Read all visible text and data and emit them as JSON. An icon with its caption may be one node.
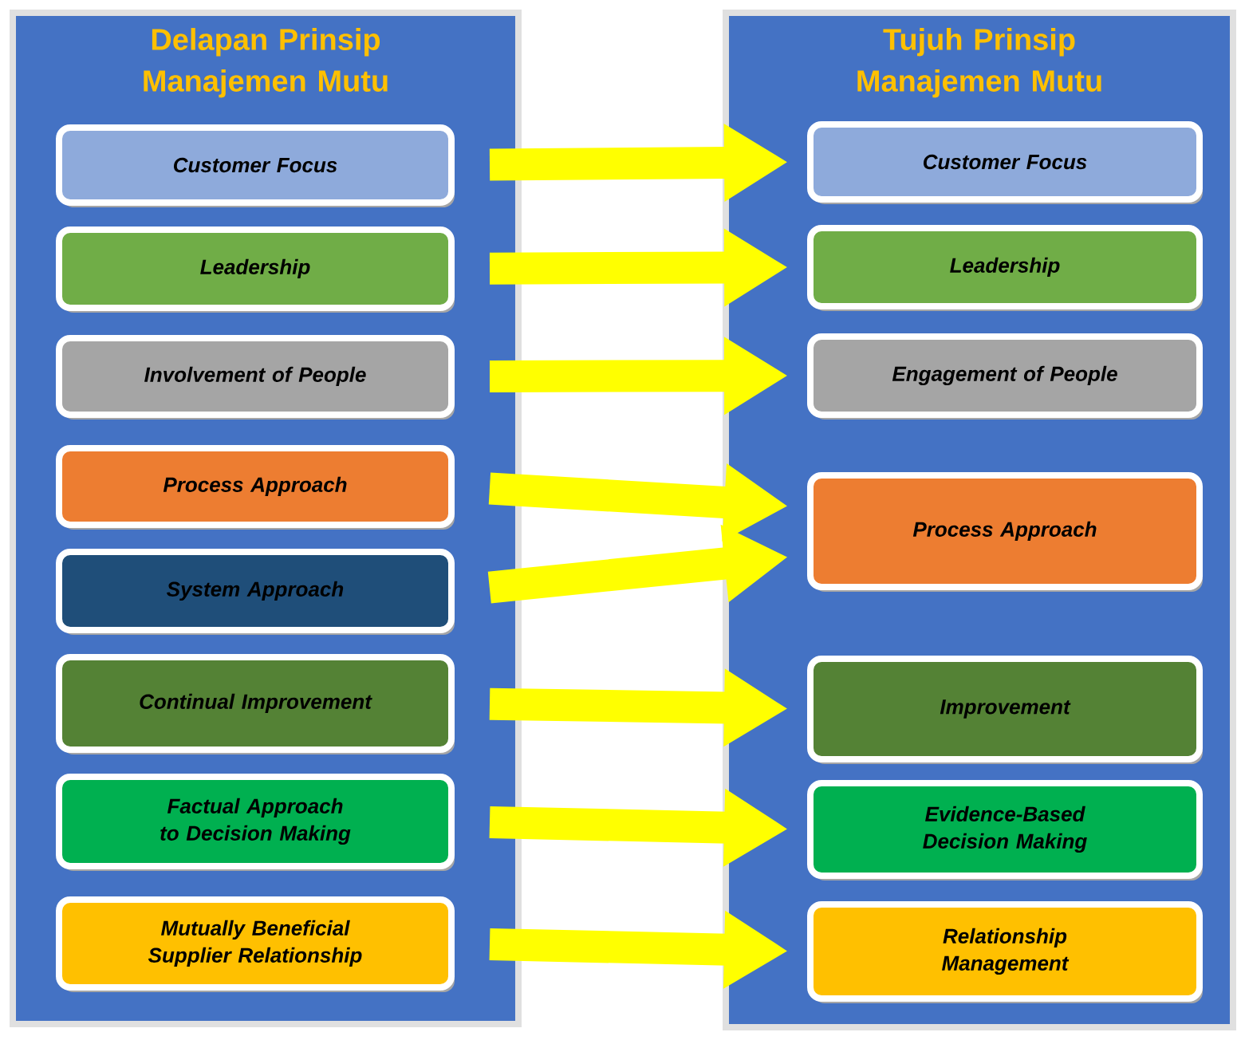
{
  "diagram": {
    "nodes": [
      {
        "text": [
          "Delapan Prinsip Manajemen Mutu"
        ]
      },
      {
        "text": [
          "Customer Focus"
        ],
        "in": 0
      },
      {
        "text": [
          "Leadership"
        ],
        "in": 0
      },
      {
        "text": [
          "Involvement of People"
        ],
        "in": 0
      },
      {
        "text": [
          "Process Approach"
        ],
        "in": 0
      },
      {
        "text": [
          "System Approach"
        ],
        "in": 0
      },
      {
        "text": [
          "Continual Improvement"
        ],
        "in": 0
      },
      {
        "text": [
          "Factual Approach to Decision Making"
        ],
        "in": 0
      },
      {
        "text": [
          "Mutually Beneficial Supplier Relationship"
        ],
        "in": 0
      },
      {
        "text": [
          "Tujuh Prinsip Manajemen Mutu"
        ]
      },
      {
        "text": [
          "Customer Focus"
        ],
        "in": 9
      },
      {
        "text": [
          "Leadership"
        ],
        "in": 9
      },
      {
        "text": [
          "Engagement of People"
        ],
        "in": 9
      },
      {
        "text": [
          "Process Approach"
        ],
        "in": 9
      },
      {
        "text": [
          "Improvement"
        ],
        "in": 9
      },
      {
        "text": [
          "Evidence-Based Decision Making"
        ],
        "in": 9
      },
      {
        "text": [
          "Relationship Management"
        ],
        "in": 9
      }
    ],
    "edges": [
      {
        "from": 1,
        "to": 10,
        "arrow": "to"
      },
      {
        "from": 2,
        "to": 11,
        "arrow": "to"
      },
      {
        "from": 3,
        "to": 12,
        "arrow": "to"
      },
      {
        "from": 4,
        "to": 13,
        "arrow": "to"
      },
      {
        "from": 5,
        "to": 13,
        "arrow": "to"
      },
      {
        "from": 6,
        "to": 14,
        "arrow": "to"
      },
      {
        "from": 7,
        "to": 15,
        "arrow": "to"
      },
      {
        "from": 8,
        "to": 16,
        "arrow": "to"
      }
    ]
  }
}
